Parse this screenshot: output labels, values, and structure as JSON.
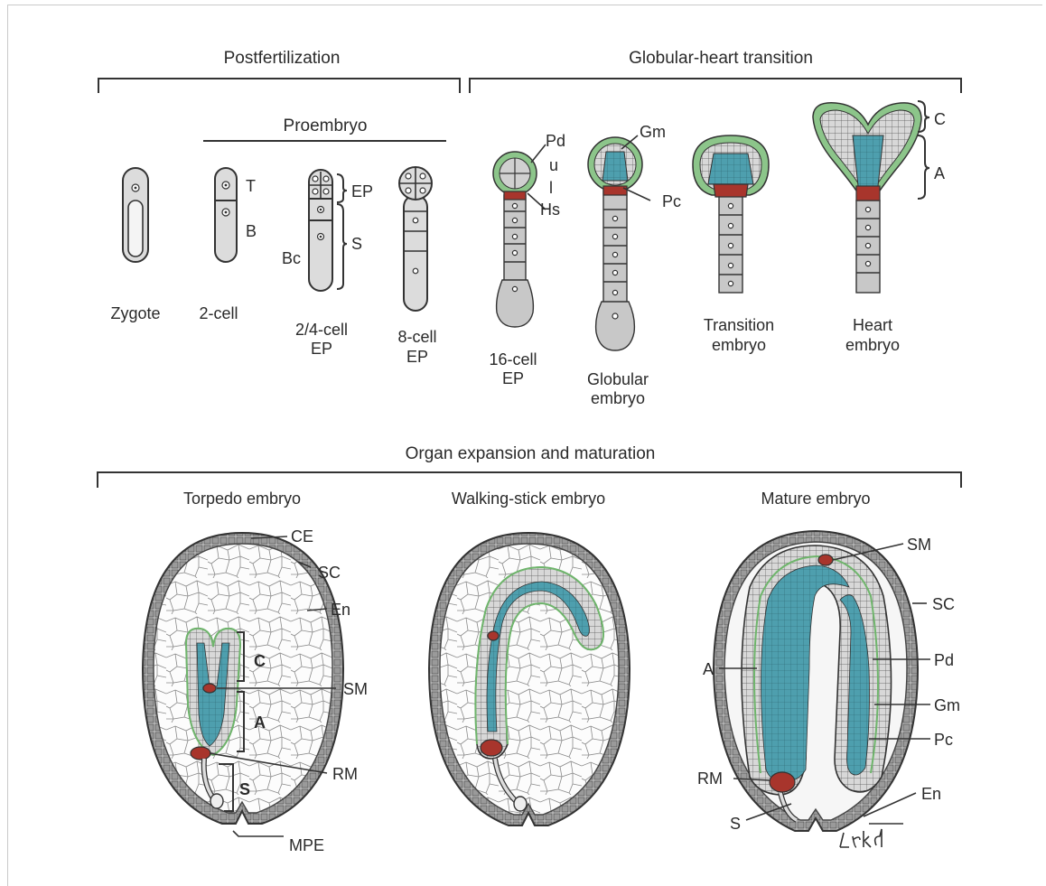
{
  "sections": {
    "postfertilization": "Postfertilization",
    "globular_heart": "Globular-heart transition",
    "proembryo": "Proembryo",
    "organ_expansion": "Organ expansion and maturation"
  },
  "stages": {
    "zygote": "Zygote",
    "two_cell": "2-cell",
    "two_four_cell_1": "2/4-cell",
    "two_four_cell_2": "EP",
    "eight_cell_1": "8-cell",
    "eight_cell_2": "EP",
    "sixteen_cell_1": "16-cell",
    "sixteen_cell_2": "EP",
    "globular_1": "Globular",
    "globular_2": "embryo",
    "transition_1": "Transition",
    "transition_2": "embryo",
    "heart_1": "Heart",
    "heart_2": "embryo",
    "torpedo": "Torpedo embryo",
    "walking_stick": "Walking-stick embryo",
    "mature": "Mature embryo"
  },
  "labels": {
    "T": "T",
    "B": "B",
    "EP": "EP",
    "S": "S",
    "Bc": "Bc",
    "Pd": "Pd",
    "u": "u",
    "l": "l",
    "Hs": "Hs",
    "Gm": "Gm",
    "Pc": "Pc",
    "C": "C",
    "A": "A",
    "torpedo_CE": "CE",
    "torpedo_SC": "SC",
    "torpedo_En": "En",
    "torpedo_C": "C",
    "torpedo_SM": "SM",
    "torpedo_A": "A",
    "torpedo_RM": "RM",
    "torpedo_S": "S",
    "torpedo_MPE": "MPE",
    "mature_SM": "SM",
    "mature_SC": "SC",
    "mature_A": "A",
    "mature_Pd": "Pd",
    "mature_Gm": "Gm",
    "mature_Pc": "Pc",
    "mature_RM": "RM",
    "mature_En": "En",
    "mature_S": "S"
  },
  "signature": "Lrkd",
  "colors": {
    "protoderm": "#8cc58a",
    "procambium": "#4e9fae",
    "meristem": "#a8352c",
    "cell_gray": "#dcdcdc",
    "seed_coat": "#cfcfcf"
  }
}
